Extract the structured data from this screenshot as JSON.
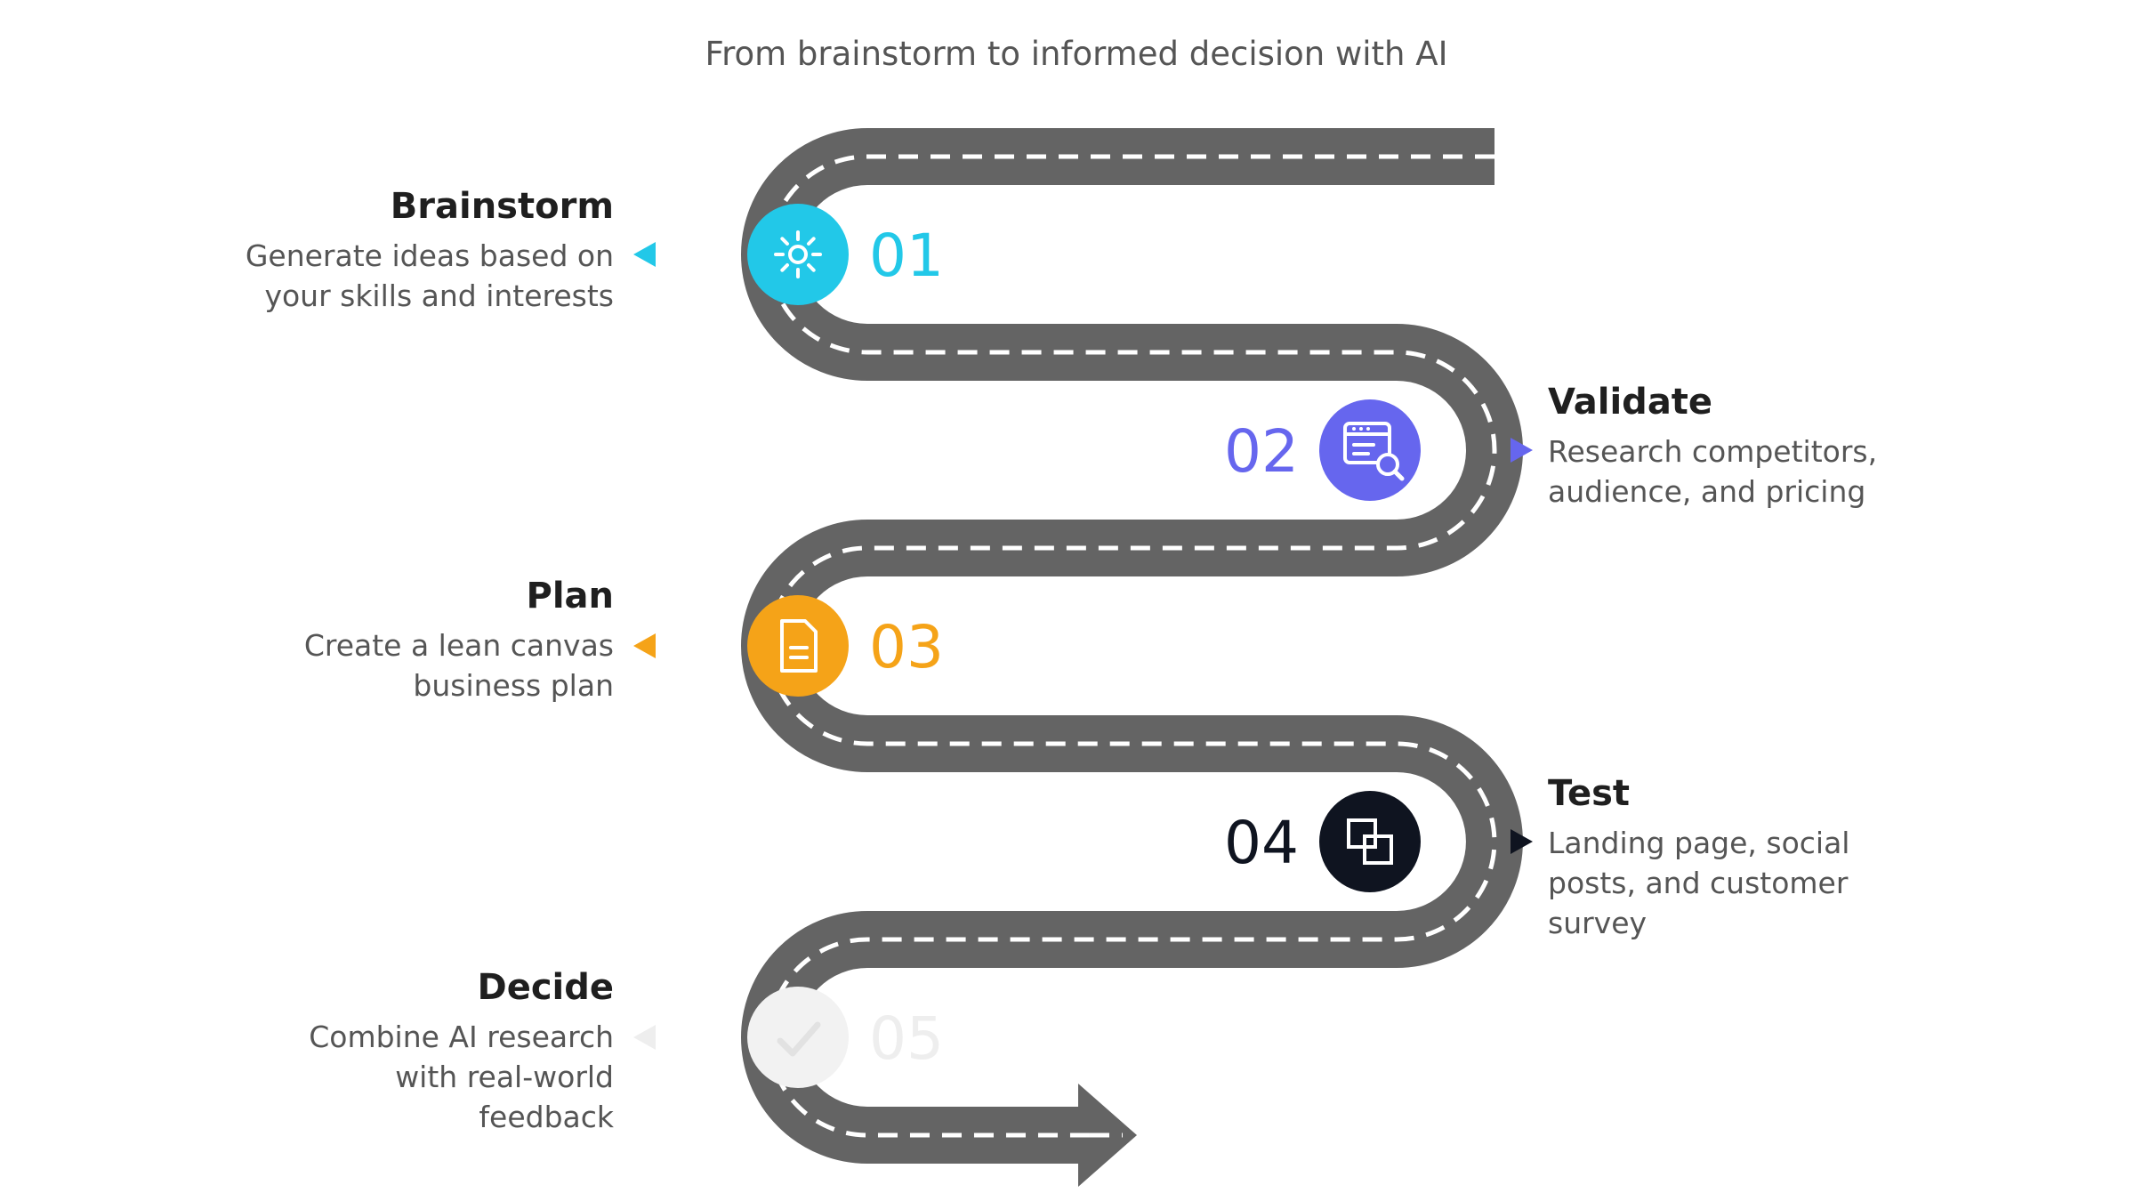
{
  "title": "From brainstorm to informed decision with AI",
  "steps": [
    {
      "number": "01",
      "title": "Brainstorm",
      "description": "Generate ideas based on your skills and interests",
      "color": "#22c8e8",
      "icon": "lightbulb-sun-icon",
      "side": "left"
    },
    {
      "number": "02",
      "title": "Validate",
      "description": "Research competitors, audience, and pricing",
      "color": "#6666ee",
      "icon": "document-search-icon",
      "side": "right"
    },
    {
      "number": "03",
      "title": "Plan",
      "description": "Create a lean canvas business plan",
      "color": "#f5a318",
      "icon": "document-icon",
      "side": "left"
    },
    {
      "number": "04",
      "title": "Test",
      "description": "Landing page, social posts, and customer survey",
      "color": "#0f1420",
      "icon": "overlap-squares-icon",
      "side": "right"
    },
    {
      "number": "05",
      "title": "Decide",
      "description": "Combine AI research with real-world feedback",
      "color": "#f2f2f2",
      "icon": "check-icon",
      "side": "left"
    }
  ],
  "colors": {
    "road": "#646464",
    "dash": "#ffffff"
  }
}
